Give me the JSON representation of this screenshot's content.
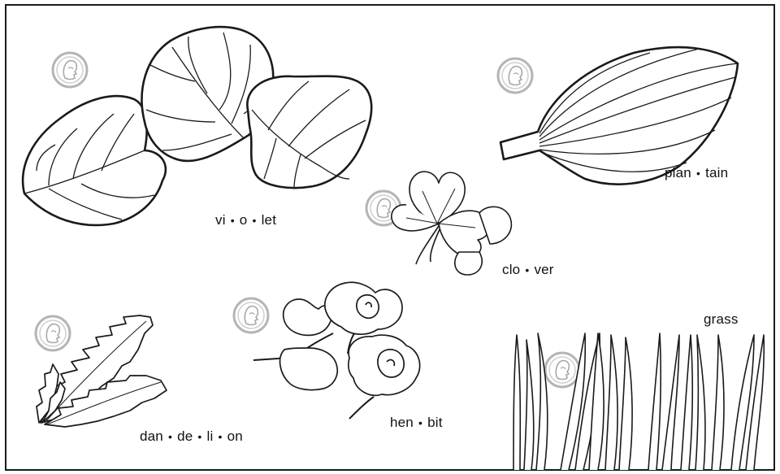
{
  "plants": [
    {
      "id": "violet",
      "syllables": [
        "vi",
        "o",
        "let"
      ]
    },
    {
      "id": "plantain",
      "syllables": [
        "plan",
        "tain"
      ]
    },
    {
      "id": "clover",
      "syllables": [
        "clo",
        "ver"
      ]
    },
    {
      "id": "dandelion",
      "syllables": [
        "dan",
        "de",
        "li",
        "on"
      ]
    },
    {
      "id": "henbit",
      "syllables": [
        "hen",
        "bit"
      ]
    },
    {
      "id": "grass",
      "syllables": [
        "grass"
      ]
    }
  ],
  "separator": "•",
  "colors": {
    "ink": "#1a1a1a",
    "coin": "#b9b9b9"
  },
  "icons": [
    "penny-icon",
    "violet-leaves-icon",
    "plantain-leaf-icon",
    "clover-icon",
    "dandelion-leaves-icon",
    "henbit-icon",
    "grass-blades-icon"
  ]
}
